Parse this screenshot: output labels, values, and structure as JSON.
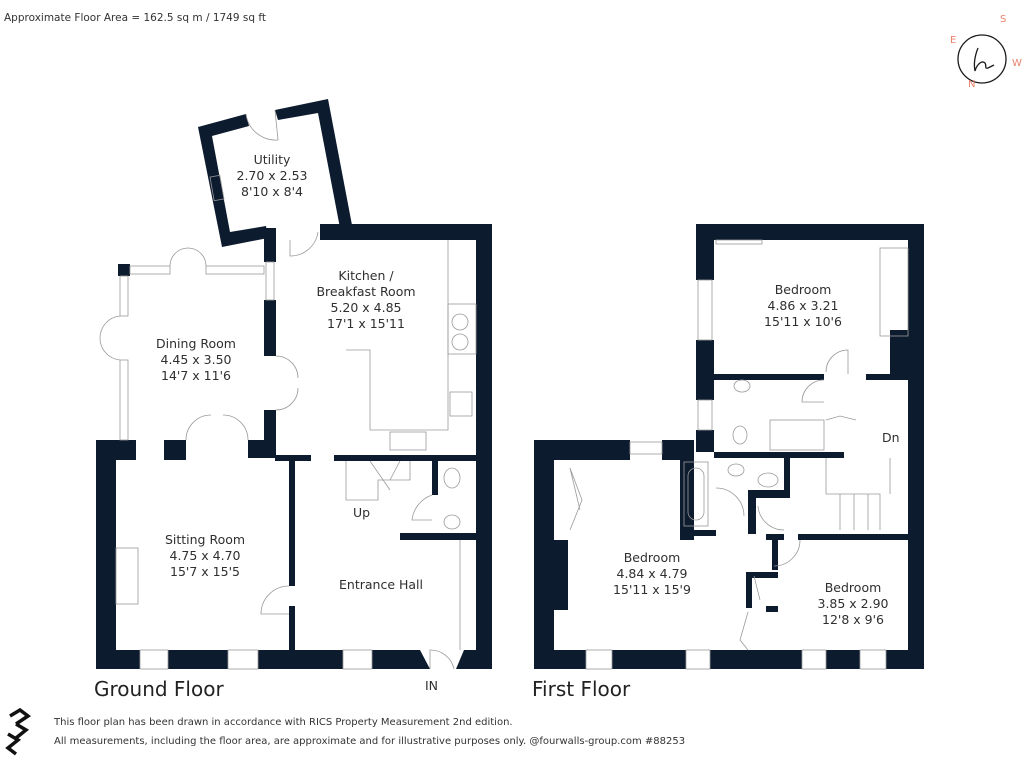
{
  "header": {
    "floor_area": "Approximate Floor Area = 162.5 sq m / 1749 sq ft"
  },
  "compass": {
    "north": "N",
    "south": "S",
    "east": "E",
    "west": "W",
    "accent_color": "#e8836f"
  },
  "ground_floor": {
    "title": "Ground Floor",
    "rooms": [
      {
        "name": "Utility",
        "metric": "2.70 x 2.53",
        "imperial": "8'10 x 8'4"
      },
      {
        "name": "Kitchen /",
        "name2": "Breakfast Room",
        "metric": "5.20 x 4.85",
        "imperial": "17'1 x 15'11"
      },
      {
        "name": "Dining Room",
        "metric": "4.45 x 3.50",
        "imperial": "14'7 x 11'6"
      },
      {
        "name": "Sitting Room",
        "metric": "4.75 x 4.70",
        "imperial": "15'7 x 15'5"
      },
      {
        "name": "Entrance Hall"
      }
    ],
    "stairs_label": "Up",
    "entrance_label": "IN"
  },
  "first_floor": {
    "title": "First Floor",
    "rooms": [
      {
        "name": "Bedroom",
        "metric": "4.86 x 3.21",
        "imperial": "15'11 x 10'6"
      },
      {
        "name": "Bedroom",
        "metric": "4.84 x 4.79",
        "imperial": "15'11 x 15'9"
      },
      {
        "name": "Bedroom",
        "metric": "3.85 x 2.90",
        "imperial": "12'8 x 9'6"
      }
    ],
    "stairs_label": "Dn"
  },
  "footer": {
    "line1": "This floor plan has been drawn in accordance with RICS Property Measurement 2nd edition.",
    "line2": "All measurements, including the floor area, are approximate and for illustrative purposes only. @fourwalls-group.com #88253"
  },
  "colors": {
    "wall": "#0d1b2e",
    "text": "#2f2f2f",
    "compass_accent": "#e8836f"
  }
}
